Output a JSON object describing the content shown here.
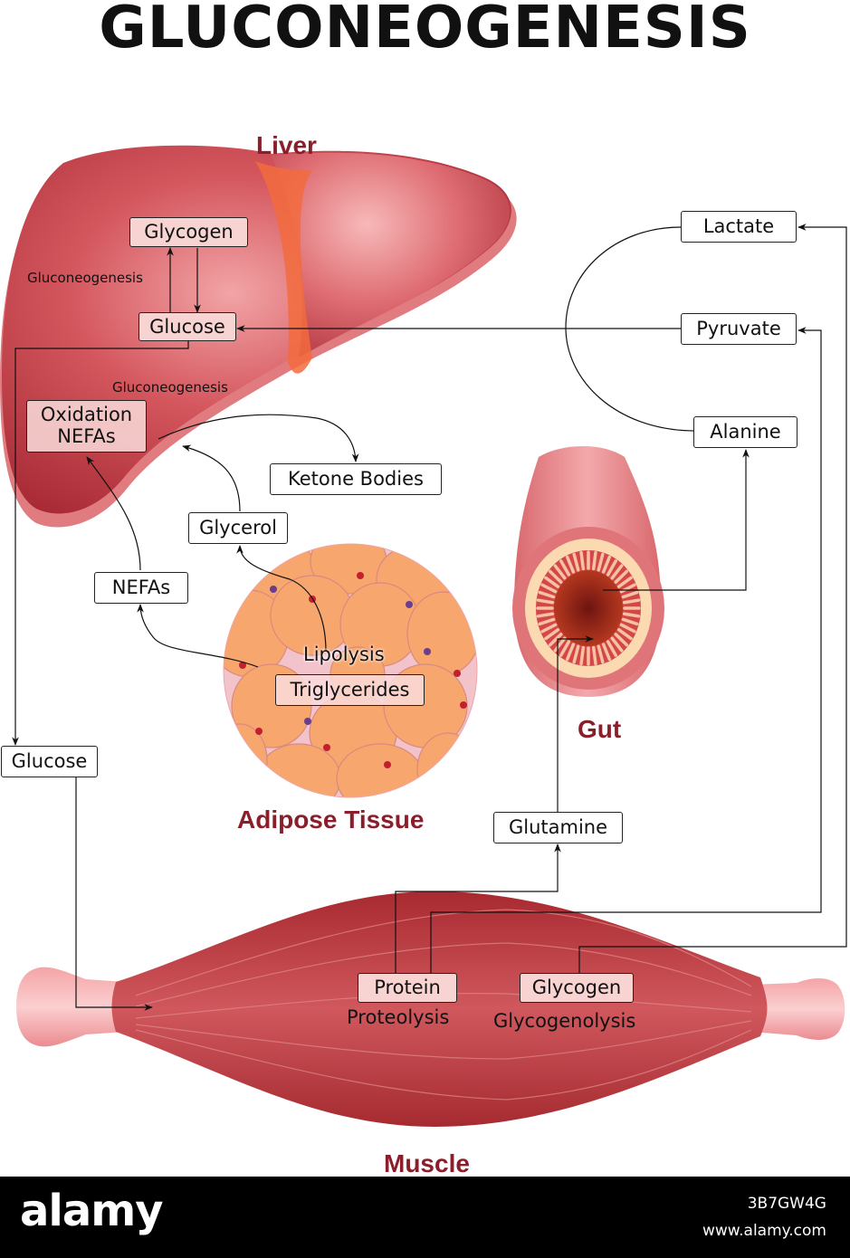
{
  "title": "GLUCONEOGENESIS",
  "organs": {
    "liver": "Liver",
    "gut": "Gut",
    "adipose": "Adipose Tissue",
    "muscle": "Muscle"
  },
  "liver_labels": {
    "glycogen": "Glycogen",
    "glucose": "Glucose",
    "gluconeogenesis_1": "Gluconeogenesis",
    "gluconeogenesis_2": "Gluconeogenesis",
    "oxidation": "Oxidation",
    "nefas": "NEFAs"
  },
  "boxes": {
    "lactate": "Lactate",
    "pyruvate": "Pyruvate",
    "alanine": "Alanine",
    "ketone_bodies": "Ketone Bodies",
    "glycerol": "Glycerol",
    "nefas": "NEFAs",
    "glucose": "Glucose",
    "glutamine": "Glutamine"
  },
  "adipose_labels": {
    "lipolysis": "Lipolysis",
    "triglycerides": "Triglycerides"
  },
  "muscle_labels": {
    "protein": "Protein",
    "proteolysis": "Proteolysis",
    "glycogen": "Glycogen",
    "glycogenolysis": "Glycogenolysis"
  },
  "footer": {
    "logo": "alamy",
    "image_code": "3B7GW4G",
    "url": "www.alamy.com"
  },
  "colors": {
    "liver": "#b83b44",
    "liver_light": "#e7898c",
    "muscle": "#b8383d",
    "adipose": "#f7a66d",
    "gut": "#e9888d",
    "label_dark_red": "#8a1f2b"
  }
}
